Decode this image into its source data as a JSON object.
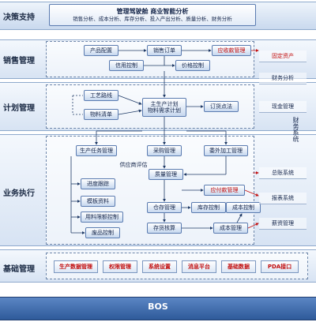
{
  "rows": {
    "decision": "决策支持",
    "sales": "销售管理",
    "plan": "计划管理",
    "exec": "业务执行",
    "base": "基础管理",
    "bos": "BOS"
  },
  "decision": {
    "line1": "管理驾驶舱    商业智能分析",
    "line2": "销售分析、成本分析、库存分析、投入产出分析、质量分析、财务分析"
  },
  "sales": {
    "product_config": "产品配置",
    "sales_order": "销售订单",
    "receivable": "应收款管理",
    "credit": "信用控制",
    "price": "价格控制"
  },
  "plan": {
    "process_route": "工艺路线",
    "bom": "物料清单",
    "mps_mrp_line1": "主生产计划",
    "mps_mrp_line2": "物料需求计划",
    "order_release": "订货点法"
  },
  "exec": {
    "production_task": "生产任务管理",
    "supplier_eval": "供应商评估",
    "purchase": "采购管理",
    "outsourcing": "委外加工管理",
    "quality": "质量管理",
    "payable": "应付款管理",
    "progress": "进度跟踪",
    "kanban": "模板资料",
    "material": "用料限额控制",
    "inventory": "仓存管理",
    "stock_ctrl": "存货核算",
    "storage_ctrl": "库存控制",
    "cost": "成本管理",
    "cost_ctrl": "成本控制",
    "waste": "废品控制"
  },
  "right": {
    "asset": "固定资产",
    "finance_analysis": "财务分析",
    "cash": "现金管理",
    "vertical": "财务系统",
    "gl": "总账系统",
    "report": "报表系统",
    "salary": "薪资管理"
  },
  "base": {
    "items": [
      "生产数据管理",
      "权限管理",
      "系统设置",
      "消息平台",
      "基础数据",
      "PDA接口"
    ]
  },
  "colors": {
    "band": "#c9d9ee",
    "node_border": "#5a7bb0",
    "red": "#c20e0e",
    "arrow": "#1f3a66"
  }
}
